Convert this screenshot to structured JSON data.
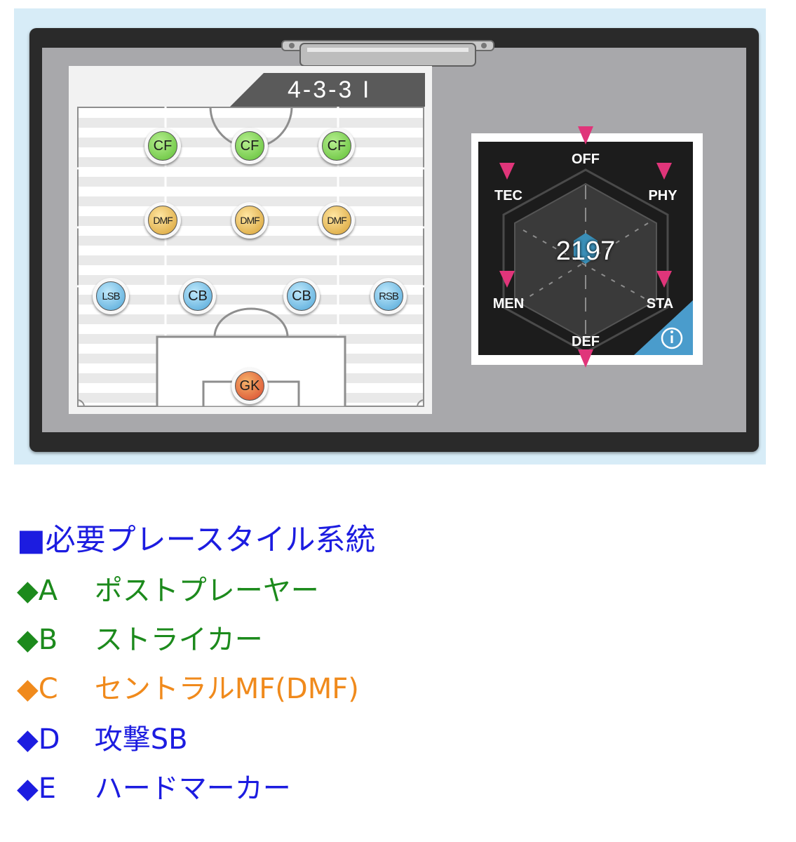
{
  "formation": {
    "name": "4-3-3 I",
    "positions": {
      "cf_left": "CF",
      "cf_center": "CF",
      "cf_right": "CF",
      "dmf_left": "DMF",
      "dmf_center": "DMF",
      "dmf_right": "DMF",
      "lsb": "LSB",
      "cb_left": "CB",
      "cb_right": "CB",
      "rsb": "RSB",
      "gk": "GK"
    }
  },
  "radar": {
    "rating": "2197",
    "labels": {
      "off": "OFF",
      "phy": "PHY",
      "sta": "STA",
      "def": "DEF",
      "men": "MEN",
      "tec": "TEC"
    },
    "info_icon": "info-icon"
  },
  "playstyles": {
    "heading": "■必要プレースタイル系統",
    "items": [
      {
        "marker": "◆",
        "code": "A",
        "name": "ポストプレーヤー",
        "color": "#1c8a1c"
      },
      {
        "marker": "◆",
        "code": "B",
        "name": "ストライカー",
        "color": "#1c8a1c"
      },
      {
        "marker": "◆",
        "code": "C",
        "name": "セントラルMF(DMF)",
        "color": "#f08a1c"
      },
      {
        "marker": "◆",
        "code": "D",
        "name": "攻撃SB",
        "color": "#1c1ce0"
      },
      {
        "marker": "◆",
        "code": "E",
        "name": "ハードマーカー",
        "color": "#1c1ce0"
      }
    ]
  },
  "colors": {
    "heading": "#1c1ce0",
    "radar_markers": "#e0357a",
    "radar_center": "#3a8fb8"
  }
}
